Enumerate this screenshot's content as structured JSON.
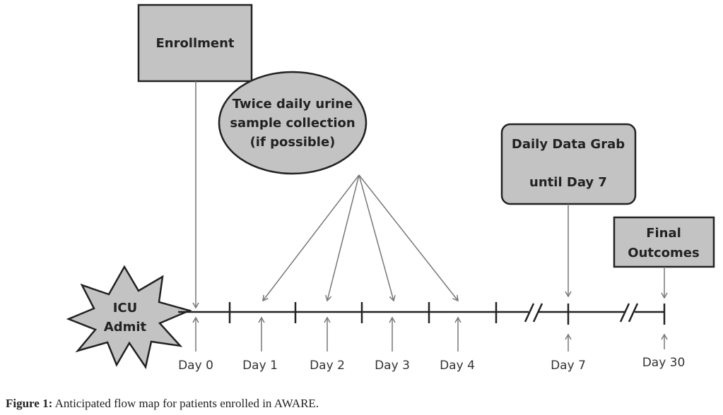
{
  "diagram": {
    "enrollment": "Enrollment",
    "urine": [
      "Twice daily urine",
      "sample collection",
      "(if possible)"
    ],
    "data_grab": [
      "Daily Data Grab",
      "until Day 7"
    ],
    "final": [
      "Final",
      "Outcomes"
    ],
    "icu": [
      "ICU",
      "Admit"
    ],
    "days": [
      "Day 0",
      "Day 1",
      "Day 2",
      "Day 3",
      "Day 4",
      "Day 7",
      "Day 30"
    ],
    "colors": {
      "box_fill": "#c3c3c3",
      "stroke": "#222222",
      "arrow": "#777777"
    }
  },
  "caption": {
    "label": "Figure 1:",
    "text": " Anticipated flow map for patients enrolled in AWARE."
  }
}
